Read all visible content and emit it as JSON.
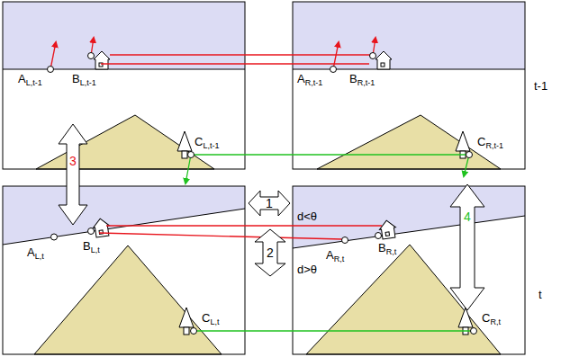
{
  "diagram": {
    "labels": [
      "AL,t-1",
      "BL,t-1",
      "AR,t-1",
      "BR,t-1",
      "CL,t-1",
      "CR,t-1",
      "t-1",
      "3",
      "1",
      "AL,t",
      "BL,t",
      "d<θ",
      "AR,t",
      "BR,t",
      "2",
      "d>θ",
      "t",
      "4",
      "CL,t",
      "CR,t"
    ]
  }
}
